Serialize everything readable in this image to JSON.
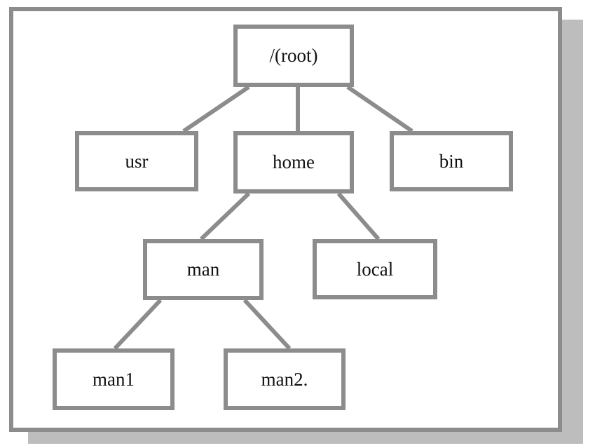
{
  "diagram": {
    "colors": {
      "border": "#8c8c8c",
      "shadow": "#bdbdbd",
      "text": "#111111",
      "background": "#ffffff"
    },
    "nodes": {
      "root": "/(root)",
      "usr": "usr",
      "home": "home",
      "bin": "bin",
      "man": "man",
      "local": "local",
      "man1": "man1",
      "man2": "man2."
    },
    "edges": [
      [
        "root",
        "usr"
      ],
      [
        "root",
        "home"
      ],
      [
        "root",
        "bin"
      ],
      [
        "home",
        "man"
      ],
      [
        "home",
        "local"
      ],
      [
        "man",
        "man1"
      ],
      [
        "man",
        "man2"
      ]
    ]
  }
}
